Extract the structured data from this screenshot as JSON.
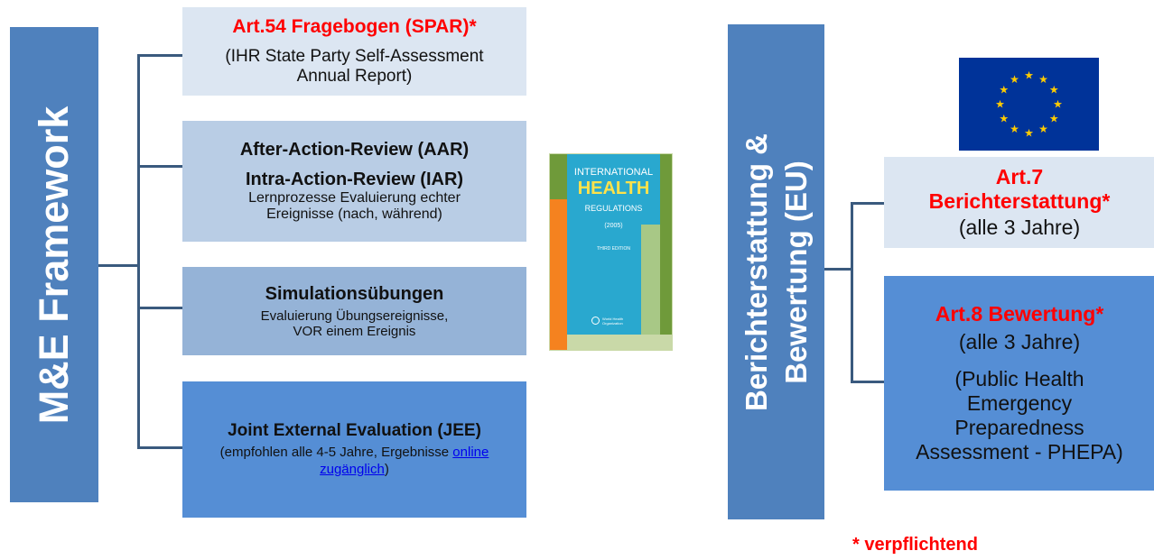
{
  "left": {
    "title": "M&E Framework",
    "spar": {
      "title": "Art.54 Fragebogen (SPAR)*",
      "line1": "(IHR State Party Self-Assessment",
      "line2": "Annual Report)"
    },
    "aar": {
      "title1": "After-Action-Review (AAR)",
      "title2": "Intra-Action-Review (IAR)",
      "line1": "Lernprozesse Evaluierung echter",
      "line2": "Ereignisse (nach, während)"
    },
    "sim": {
      "title": "Simulationsübungen",
      "line1": "Evaluierung Übungsereignisse,",
      "line2": "VOR einem Ereignis"
    },
    "jee": {
      "title": "Joint External Evaluation (JEE)",
      "text_before": "(empfohlen alle 4-5 Jahre, Ergebnisse ",
      "link1": "online",
      "link2": "zugänglich",
      "text_after": ")"
    }
  },
  "cover": {
    "line1": "INTERNATIONAL",
    "line2": "HEALTH",
    "line3": "REGULATIONS",
    "line4": "(2005)",
    "line5": "THIRD EDITION",
    "publisher1": "World Health",
    "publisher2": "Organization"
  },
  "right": {
    "title_line1": "Berichterstattung &",
    "title_line2": "Bewertung (EU)",
    "art7": {
      "title1": "Art.7",
      "title2": "Berichterstattung*",
      "sub": "(alle 3 Jahre)"
    },
    "art8": {
      "title": "Art.8 Bewertung*",
      "sub": "(alle 3 Jahre)",
      "line1": "(Public Health",
      "line2": "Emergency",
      "line3": "Preparedness",
      "line4": "Assessment - PHEPA)"
    }
  },
  "footnote": "* verpflichtend",
  "colors": {
    "bar": "#4f81bd",
    "box_lightest": "#dce6f2",
    "box_light": "#b9cde5",
    "box_mid": "#95b3d7",
    "box_dark": "#558ed5",
    "accent_red": "#ff0000",
    "eu_blue": "#003399",
    "eu_star": "#ffcc00"
  }
}
